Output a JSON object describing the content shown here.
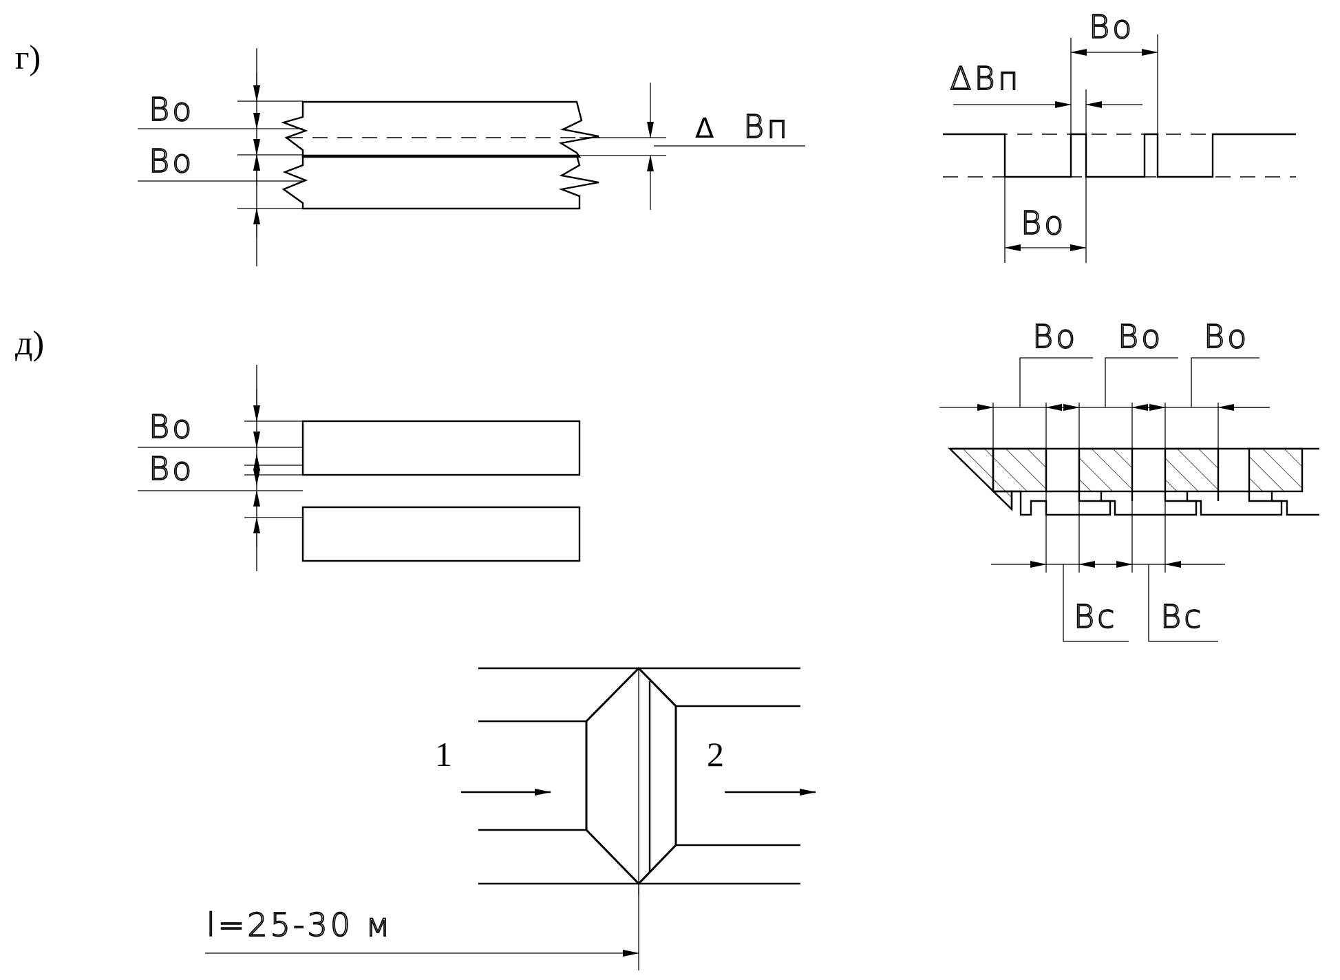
{
  "panel_g": {
    "label": "г)",
    "dim_bo_1": "Bo",
    "dim_bo_2": "Bo",
    "dim_delta": "Δ",
    "dim_bp": "Bп",
    "section_dim_bo_top": "Bo",
    "section_dim_delta_bp": "ΔBп",
    "section_dim_bo_bottom": "Bo"
  },
  "panel_d": {
    "label": "д)",
    "dim_bo_1": "Bo",
    "dim_bo_2": "Bo",
    "section_dim_bo_1": "Bo",
    "section_dim_bo_2": "Bo",
    "section_dim_bo_3": "Bo",
    "section_dim_bc_1": "Bc",
    "section_dim_bc_2": "Bc"
  },
  "junction": {
    "label_in": "1",
    "label_out": "2",
    "distance_label": "l=25-30 м"
  }
}
